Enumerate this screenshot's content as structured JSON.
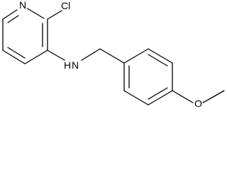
{
  "molecule": {
    "atoms": {
      "pyridine_n": "N",
      "chloro": "Cl",
      "amine_nh": "N",
      "amine_h": "H",
      "ether_o": "O"
    }
  },
  "colors": {
    "bond": "#000000",
    "label": "#000000",
    "background": "#ffffff"
  }
}
